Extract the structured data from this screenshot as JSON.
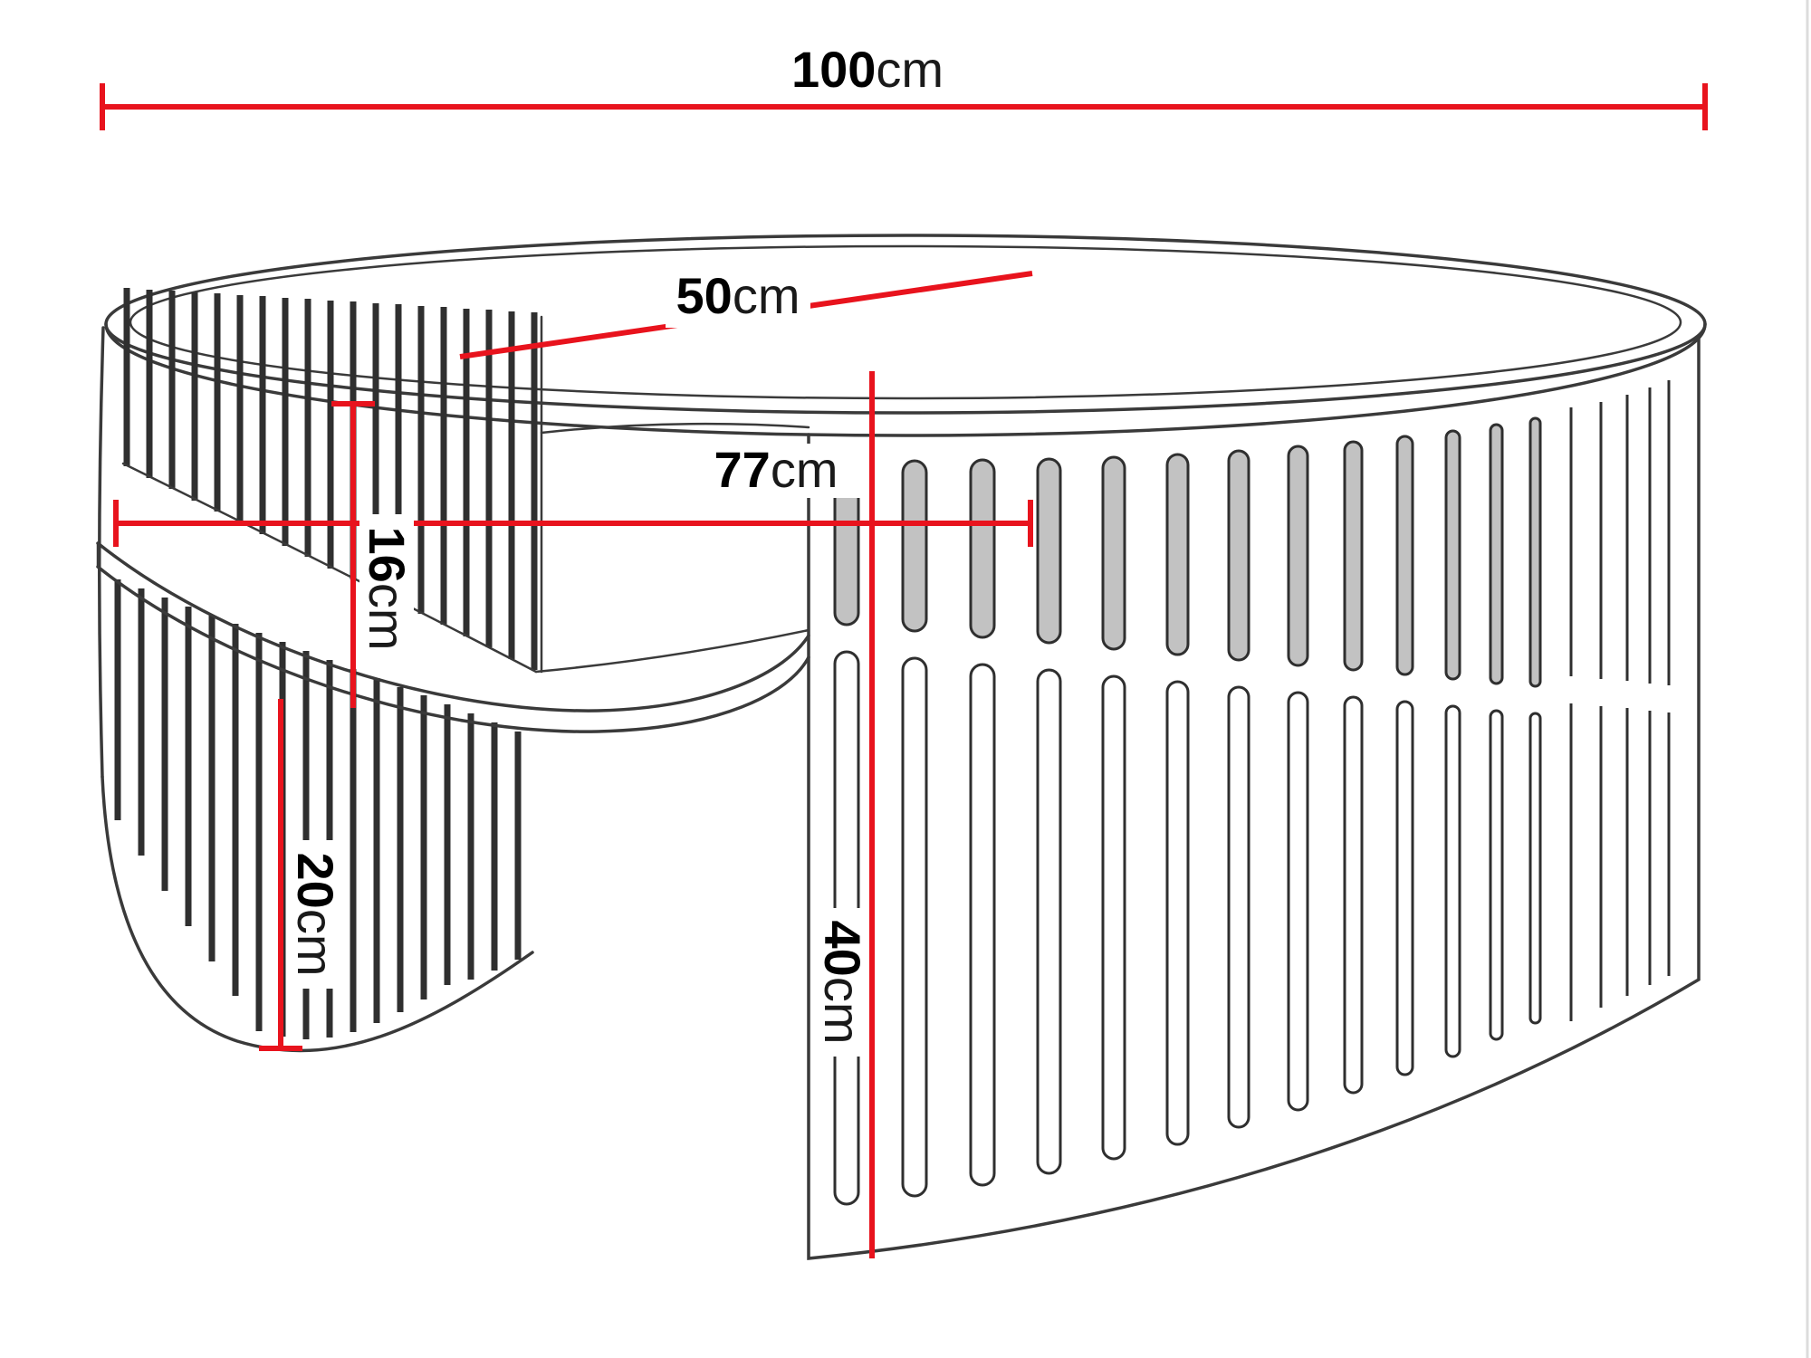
{
  "diagram": {
    "title": "Oval slatted coffee table dimension drawing",
    "colors": {
      "dimension_red": "#e8131d",
      "drawing_gray": "#3a3a3a",
      "slot_fill": "#c2c2c2",
      "background": "#ffffff"
    },
    "dimensions": {
      "width": {
        "value": "100",
        "unit": "cm"
      },
      "depth": {
        "value": "50",
        "unit": "cm"
      },
      "inner_width": {
        "value": "77",
        "unit": "cm"
      },
      "shelf_clearance": {
        "value": "16",
        "unit": "cm"
      },
      "base_height": {
        "value": "20",
        "unit": "cm"
      },
      "total_height": {
        "value": "40",
        "unit": "cm"
      }
    }
  }
}
